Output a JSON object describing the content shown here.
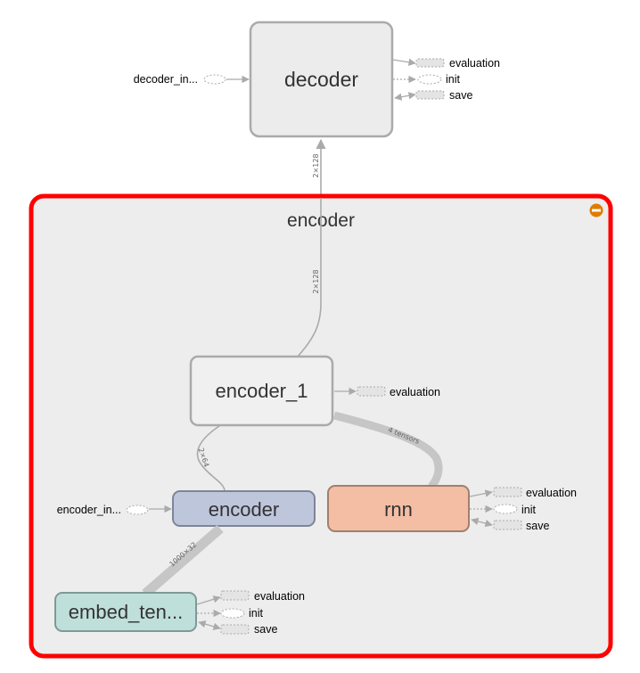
{
  "graph": {
    "top_node": {
      "label": "decoder",
      "input_label": "decoder_in...",
      "outputs": [
        "evaluation",
        "init",
        "save"
      ],
      "edge_label": "2×128"
    },
    "container": {
      "label": "encoder",
      "toggle_icon": "collapse-minus-icon",
      "highlight_color": "#ff0000",
      "edge_label": "2×128"
    },
    "encoder_1": {
      "label": "encoder_1",
      "outputs": [
        "evaluation"
      ],
      "edge_label_to_encoder": "2×64",
      "edge_label_to_rnn": "4 tensors"
    },
    "encoder": {
      "label": "encoder",
      "input_label": "encoder_in...",
      "color": "#bec6dc"
    },
    "rnn": {
      "label": "rnn",
      "outputs": [
        "evaluation",
        "init",
        "save"
      ],
      "color": "#f4bea4"
    },
    "embed": {
      "label": "embed_ten...",
      "outputs": [
        "evaluation",
        "init",
        "save"
      ],
      "edge_label": "1000×32",
      "color": "#bfdfdb"
    }
  }
}
